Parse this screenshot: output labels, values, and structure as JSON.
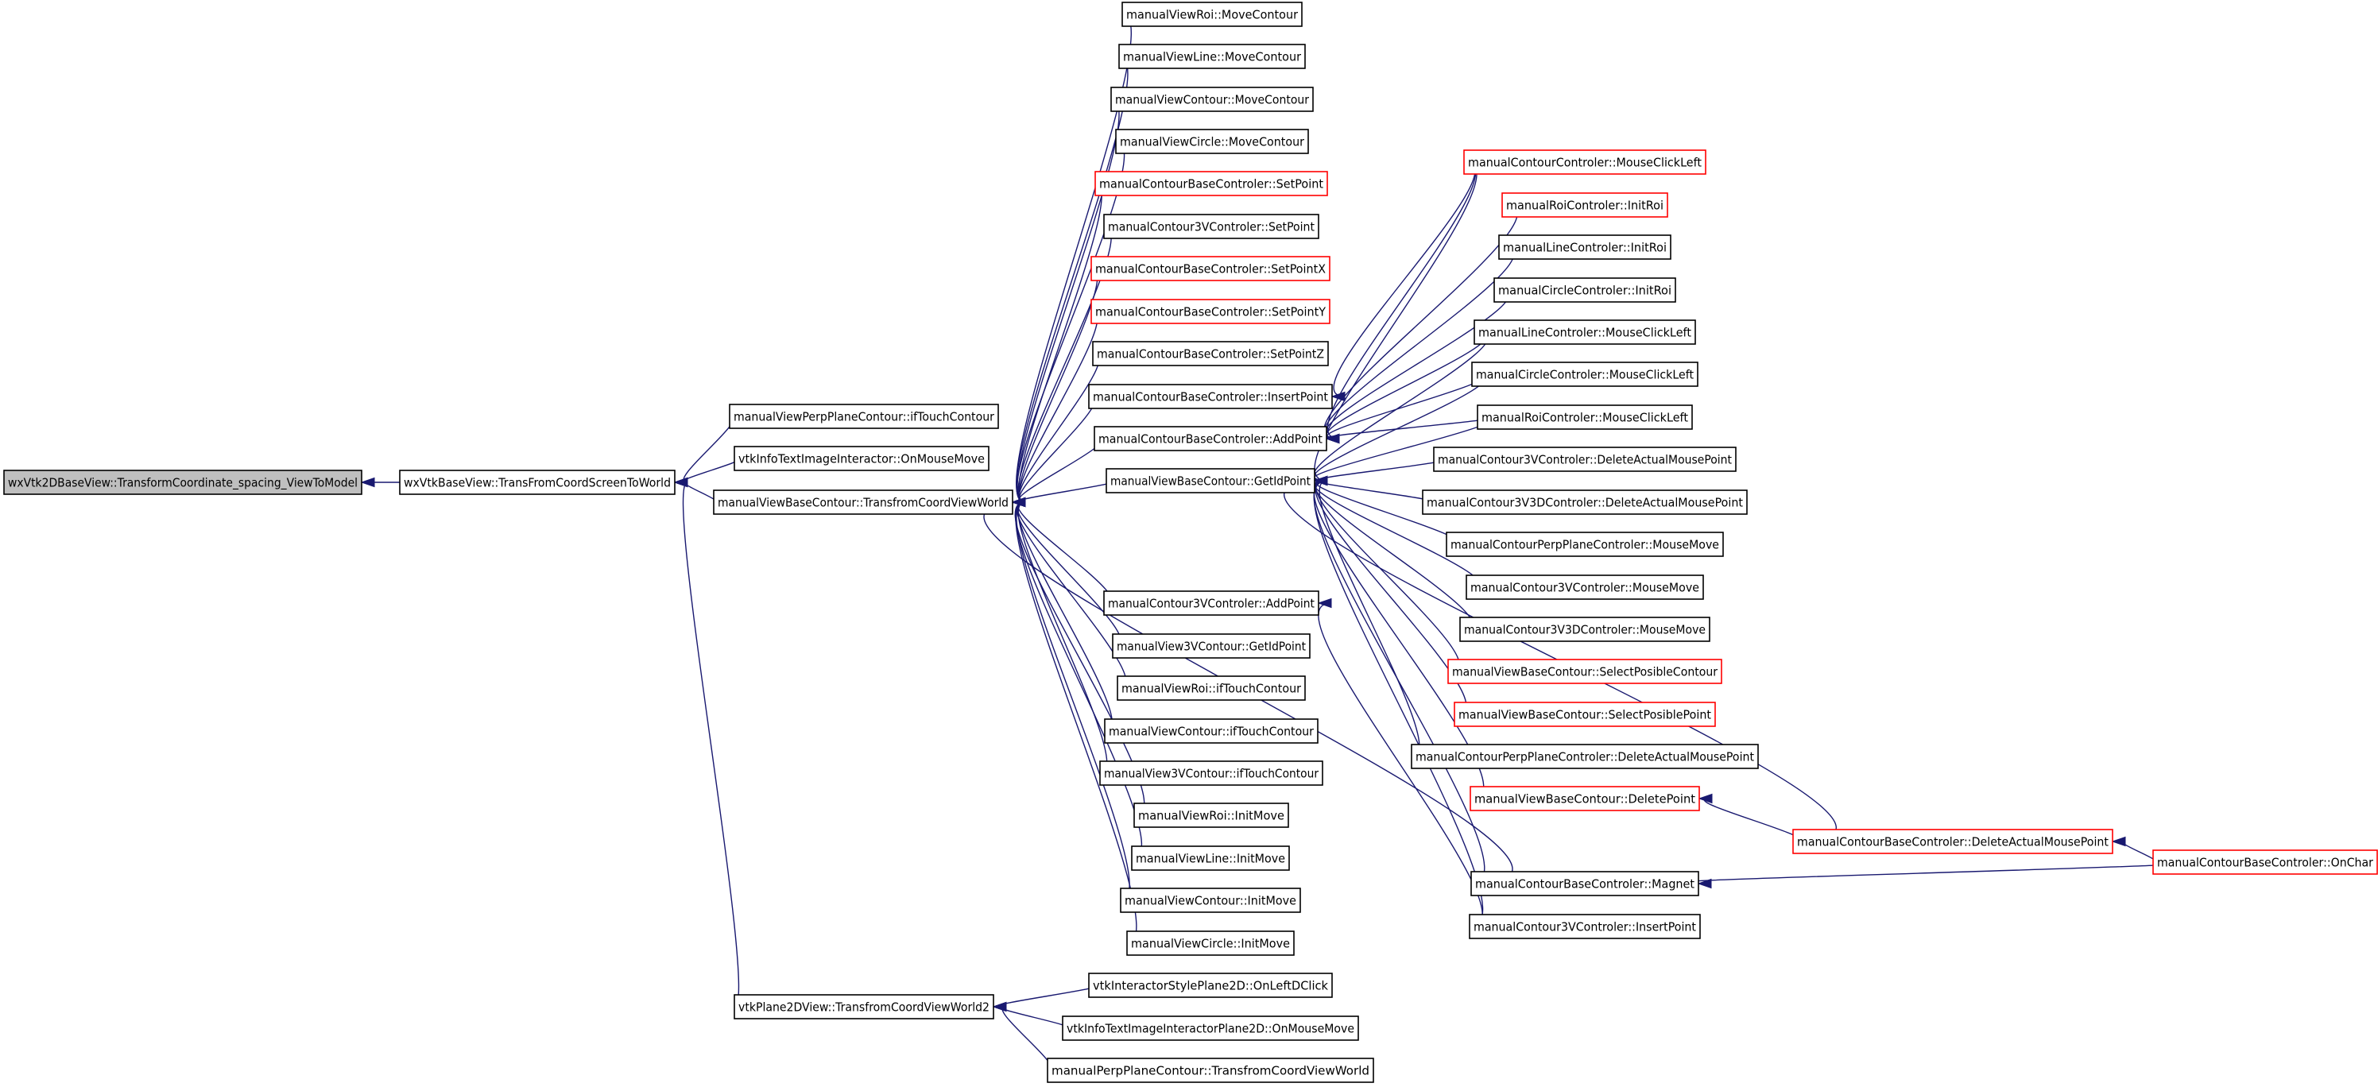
{
  "colors": {
    "edge": "#191970",
    "normal_border": "#000000",
    "highlight_border": "#ff0000",
    "root_fill": "#bfbfbf",
    "node_fill": "#ffffff"
  },
  "nodes": [
    {
      "id": "n0",
      "label": "wxVtk2DBaseView::TransformCoordinate_spacing_ViewToModel",
      "style": "root"
    },
    {
      "id": "n1",
      "label": "wxVtkBaseView::TransFromCoordScreenToWorld",
      "style": "normal"
    },
    {
      "id": "n2",
      "label": "manualViewPerpPlaneContour::ifTouchContour",
      "style": "normal"
    },
    {
      "id": "n3",
      "label": "vtkInfoTextImageInteractor::OnMouseMove",
      "style": "normal"
    },
    {
      "id": "n4",
      "label": "manualViewBaseContour::TransfromCoordViewWorld",
      "style": "normal"
    },
    {
      "id": "n5",
      "label": "vtkPlane2DView::TransfromCoordViewWorld2",
      "style": "normal"
    },
    {
      "id": "n6",
      "label": "manualViewRoi::MoveContour",
      "style": "normal"
    },
    {
      "id": "n7",
      "label": "manualViewLine::MoveContour",
      "style": "normal"
    },
    {
      "id": "n8",
      "label": "manualViewContour::MoveContour",
      "style": "normal"
    },
    {
      "id": "n9",
      "label": "manualViewCircle::MoveContour",
      "style": "normal"
    },
    {
      "id": "n10",
      "label": "manualContourBaseControler::SetPoint",
      "style": "red"
    },
    {
      "id": "n11",
      "label": "manualContour3VControler::SetPoint",
      "style": "normal"
    },
    {
      "id": "n12",
      "label": "manualContourBaseControler::SetPointX",
      "style": "red"
    },
    {
      "id": "n13",
      "label": "manualContourBaseControler::SetPointY",
      "style": "red"
    },
    {
      "id": "n14",
      "label": "manualContourBaseControler::SetPointZ",
      "style": "normal"
    },
    {
      "id": "n15",
      "label": "manualContourBaseControler::InsertPoint",
      "style": "normal"
    },
    {
      "id": "n16",
      "label": "manualContourBaseControler::AddPoint",
      "style": "normal"
    },
    {
      "id": "n17",
      "label": "manualViewBaseContour::GetIdPoint",
      "style": "normal"
    },
    {
      "id": "n18",
      "label": "manualContour3VControler::AddPoint",
      "style": "normal"
    },
    {
      "id": "n19",
      "label": "manualView3VContour::GetIdPoint",
      "style": "normal"
    },
    {
      "id": "n20",
      "label": "manualViewRoi::ifTouchContour",
      "style": "normal"
    },
    {
      "id": "n21",
      "label": "manualViewContour::ifTouchContour",
      "style": "normal"
    },
    {
      "id": "n22",
      "label": "manualView3VContour::ifTouchContour",
      "style": "normal"
    },
    {
      "id": "n23",
      "label": "manualViewRoi::InitMove",
      "style": "normal"
    },
    {
      "id": "n24",
      "label": "manualViewLine::InitMove",
      "style": "normal"
    },
    {
      "id": "n25",
      "label": "manualViewContour::InitMove",
      "style": "normal"
    },
    {
      "id": "n26",
      "label": "manualViewCircle::InitMove",
      "style": "normal"
    },
    {
      "id": "n27",
      "label": "vtkInteractorStylePlane2D::OnLeftDClick",
      "style": "normal"
    },
    {
      "id": "n28",
      "label": "vtkInfoTextImageInteractorPlane2D::OnMouseMove",
      "style": "normal"
    },
    {
      "id": "n29",
      "label": "manualPerpPlaneContour::TransfromCoordViewWorld",
      "style": "normal"
    },
    {
      "id": "n30",
      "label": "manualContourControler::MouseClickLeft",
      "style": "red"
    },
    {
      "id": "n31",
      "label": "manualRoiControler::InitRoi",
      "style": "red"
    },
    {
      "id": "n32",
      "label": "manualLineControler::InitRoi",
      "style": "normal"
    },
    {
      "id": "n33",
      "label": "manualCircleControler::InitRoi",
      "style": "normal"
    },
    {
      "id": "n34",
      "label": "manualLineControler::MouseClickLeft",
      "style": "normal"
    },
    {
      "id": "n35",
      "label": "manualCircleControler::MouseClickLeft",
      "style": "normal"
    },
    {
      "id": "n36",
      "label": "manualRoiControler::MouseClickLeft",
      "style": "normal"
    },
    {
      "id": "n37",
      "label": "manualContour3VControler::DeleteActualMousePoint",
      "style": "normal"
    },
    {
      "id": "n38",
      "label": "manualContour3V3DControler::DeleteActualMousePoint",
      "style": "normal"
    },
    {
      "id": "n39",
      "label": "manualContourPerpPlaneControler::MouseMove",
      "style": "normal"
    },
    {
      "id": "n40",
      "label": "manualContour3VControler::MouseMove",
      "style": "normal"
    },
    {
      "id": "n41",
      "label": "manualContour3V3DControler::MouseMove",
      "style": "normal"
    },
    {
      "id": "n42",
      "label": "manualViewBaseContour::SelectPosibleContour",
      "style": "red"
    },
    {
      "id": "n43",
      "label": "manualViewBaseContour::SelectPosiblePoint",
      "style": "red"
    },
    {
      "id": "n44",
      "label": "manualContourPerpPlaneControler::DeleteActualMousePoint",
      "style": "normal"
    },
    {
      "id": "n45",
      "label": "manualViewBaseContour::DeletePoint",
      "style": "red"
    },
    {
      "id": "n46",
      "label": "manualContourBaseControler::DeleteActualMousePoint",
      "style": "red"
    },
    {
      "id": "n47",
      "label": "manualContourBaseControler::Magnet",
      "style": "normal"
    },
    {
      "id": "n48",
      "label": "manualContour3VControler::InsertPoint",
      "style": "normal"
    },
    {
      "id": "n49",
      "label": "manualContourBaseControler::OnChar",
      "style": "red"
    }
  ],
  "edges": [
    [
      "n1",
      "n0"
    ],
    [
      "n2",
      "n1"
    ],
    [
      "n3",
      "n1"
    ],
    [
      "n4",
      "n1"
    ],
    [
      "n5",
      "n1"
    ],
    [
      "n6",
      "n4"
    ],
    [
      "n7",
      "n4"
    ],
    [
      "n8",
      "n4"
    ],
    [
      "n9",
      "n4"
    ],
    [
      "n10",
      "n4"
    ],
    [
      "n11",
      "n4"
    ],
    [
      "n12",
      "n4"
    ],
    [
      "n13",
      "n4"
    ],
    [
      "n14",
      "n4"
    ],
    [
      "n15",
      "n4"
    ],
    [
      "n16",
      "n4"
    ],
    [
      "n17",
      "n4"
    ],
    [
      "n47",
      "n4"
    ],
    [
      "n18",
      "n4"
    ],
    [
      "n19",
      "n4"
    ],
    [
      "n20",
      "n4"
    ],
    [
      "n21",
      "n4"
    ],
    [
      "n22",
      "n4"
    ],
    [
      "n23",
      "n4"
    ],
    [
      "n24",
      "n4"
    ],
    [
      "n25",
      "n4"
    ],
    [
      "n26",
      "n4"
    ],
    [
      "n27",
      "n5"
    ],
    [
      "n28",
      "n5"
    ],
    [
      "n29",
      "n5"
    ],
    [
      "n30",
      "n15"
    ],
    [
      "n30",
      "n16"
    ],
    [
      "n31",
      "n16"
    ],
    [
      "n32",
      "n16"
    ],
    [
      "n33",
      "n16"
    ],
    [
      "n34",
      "n16"
    ],
    [
      "n35",
      "n16"
    ],
    [
      "n36",
      "n16"
    ],
    [
      "n30",
      "n17"
    ],
    [
      "n34",
      "n17"
    ],
    [
      "n35",
      "n17"
    ],
    [
      "n36",
      "n17"
    ],
    [
      "n37",
      "n17"
    ],
    [
      "n38",
      "n17"
    ],
    [
      "n39",
      "n17"
    ],
    [
      "n40",
      "n17"
    ],
    [
      "n41",
      "n17"
    ],
    [
      "n42",
      "n17"
    ],
    [
      "n43",
      "n17"
    ],
    [
      "n44",
      "n17"
    ],
    [
      "n45",
      "n17"
    ],
    [
      "n46",
      "n17"
    ],
    [
      "n47",
      "n17"
    ],
    [
      "n48",
      "n17"
    ],
    [
      "n48",
      "n18"
    ],
    [
      "n46",
      "n45"
    ],
    [
      "n49",
      "n46"
    ],
    [
      "n49",
      "n47"
    ]
  ]
}
